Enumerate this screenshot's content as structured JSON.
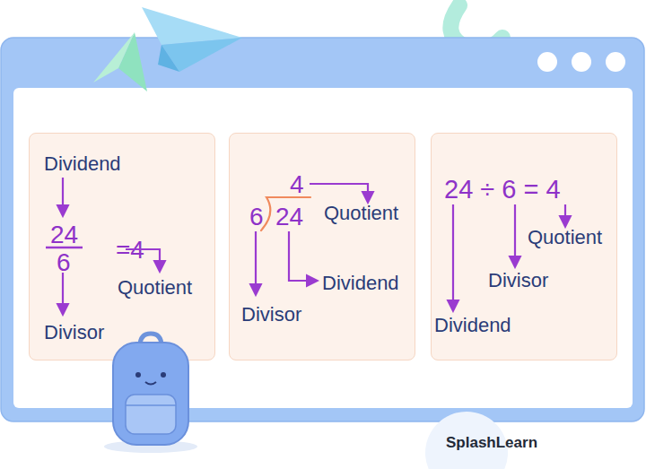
{
  "diagram": {
    "nodes": [
      {
        "text": [
          "Dividend",
          "24",
          "=4",
          "6",
          "Quotient",
          "Divisor"
        ]
      },
      {
        "text": [
          "4",
          "6",
          "24",
          "Quotient",
          "Dividend",
          "Divisor"
        ]
      },
      {
        "text": [
          "24 ÷ 6 = 4",
          "Quotient",
          "Divisor",
          "Dividend"
        ]
      }
    ],
    "labels": [
      "SplashLearn"
    ]
  }
}
